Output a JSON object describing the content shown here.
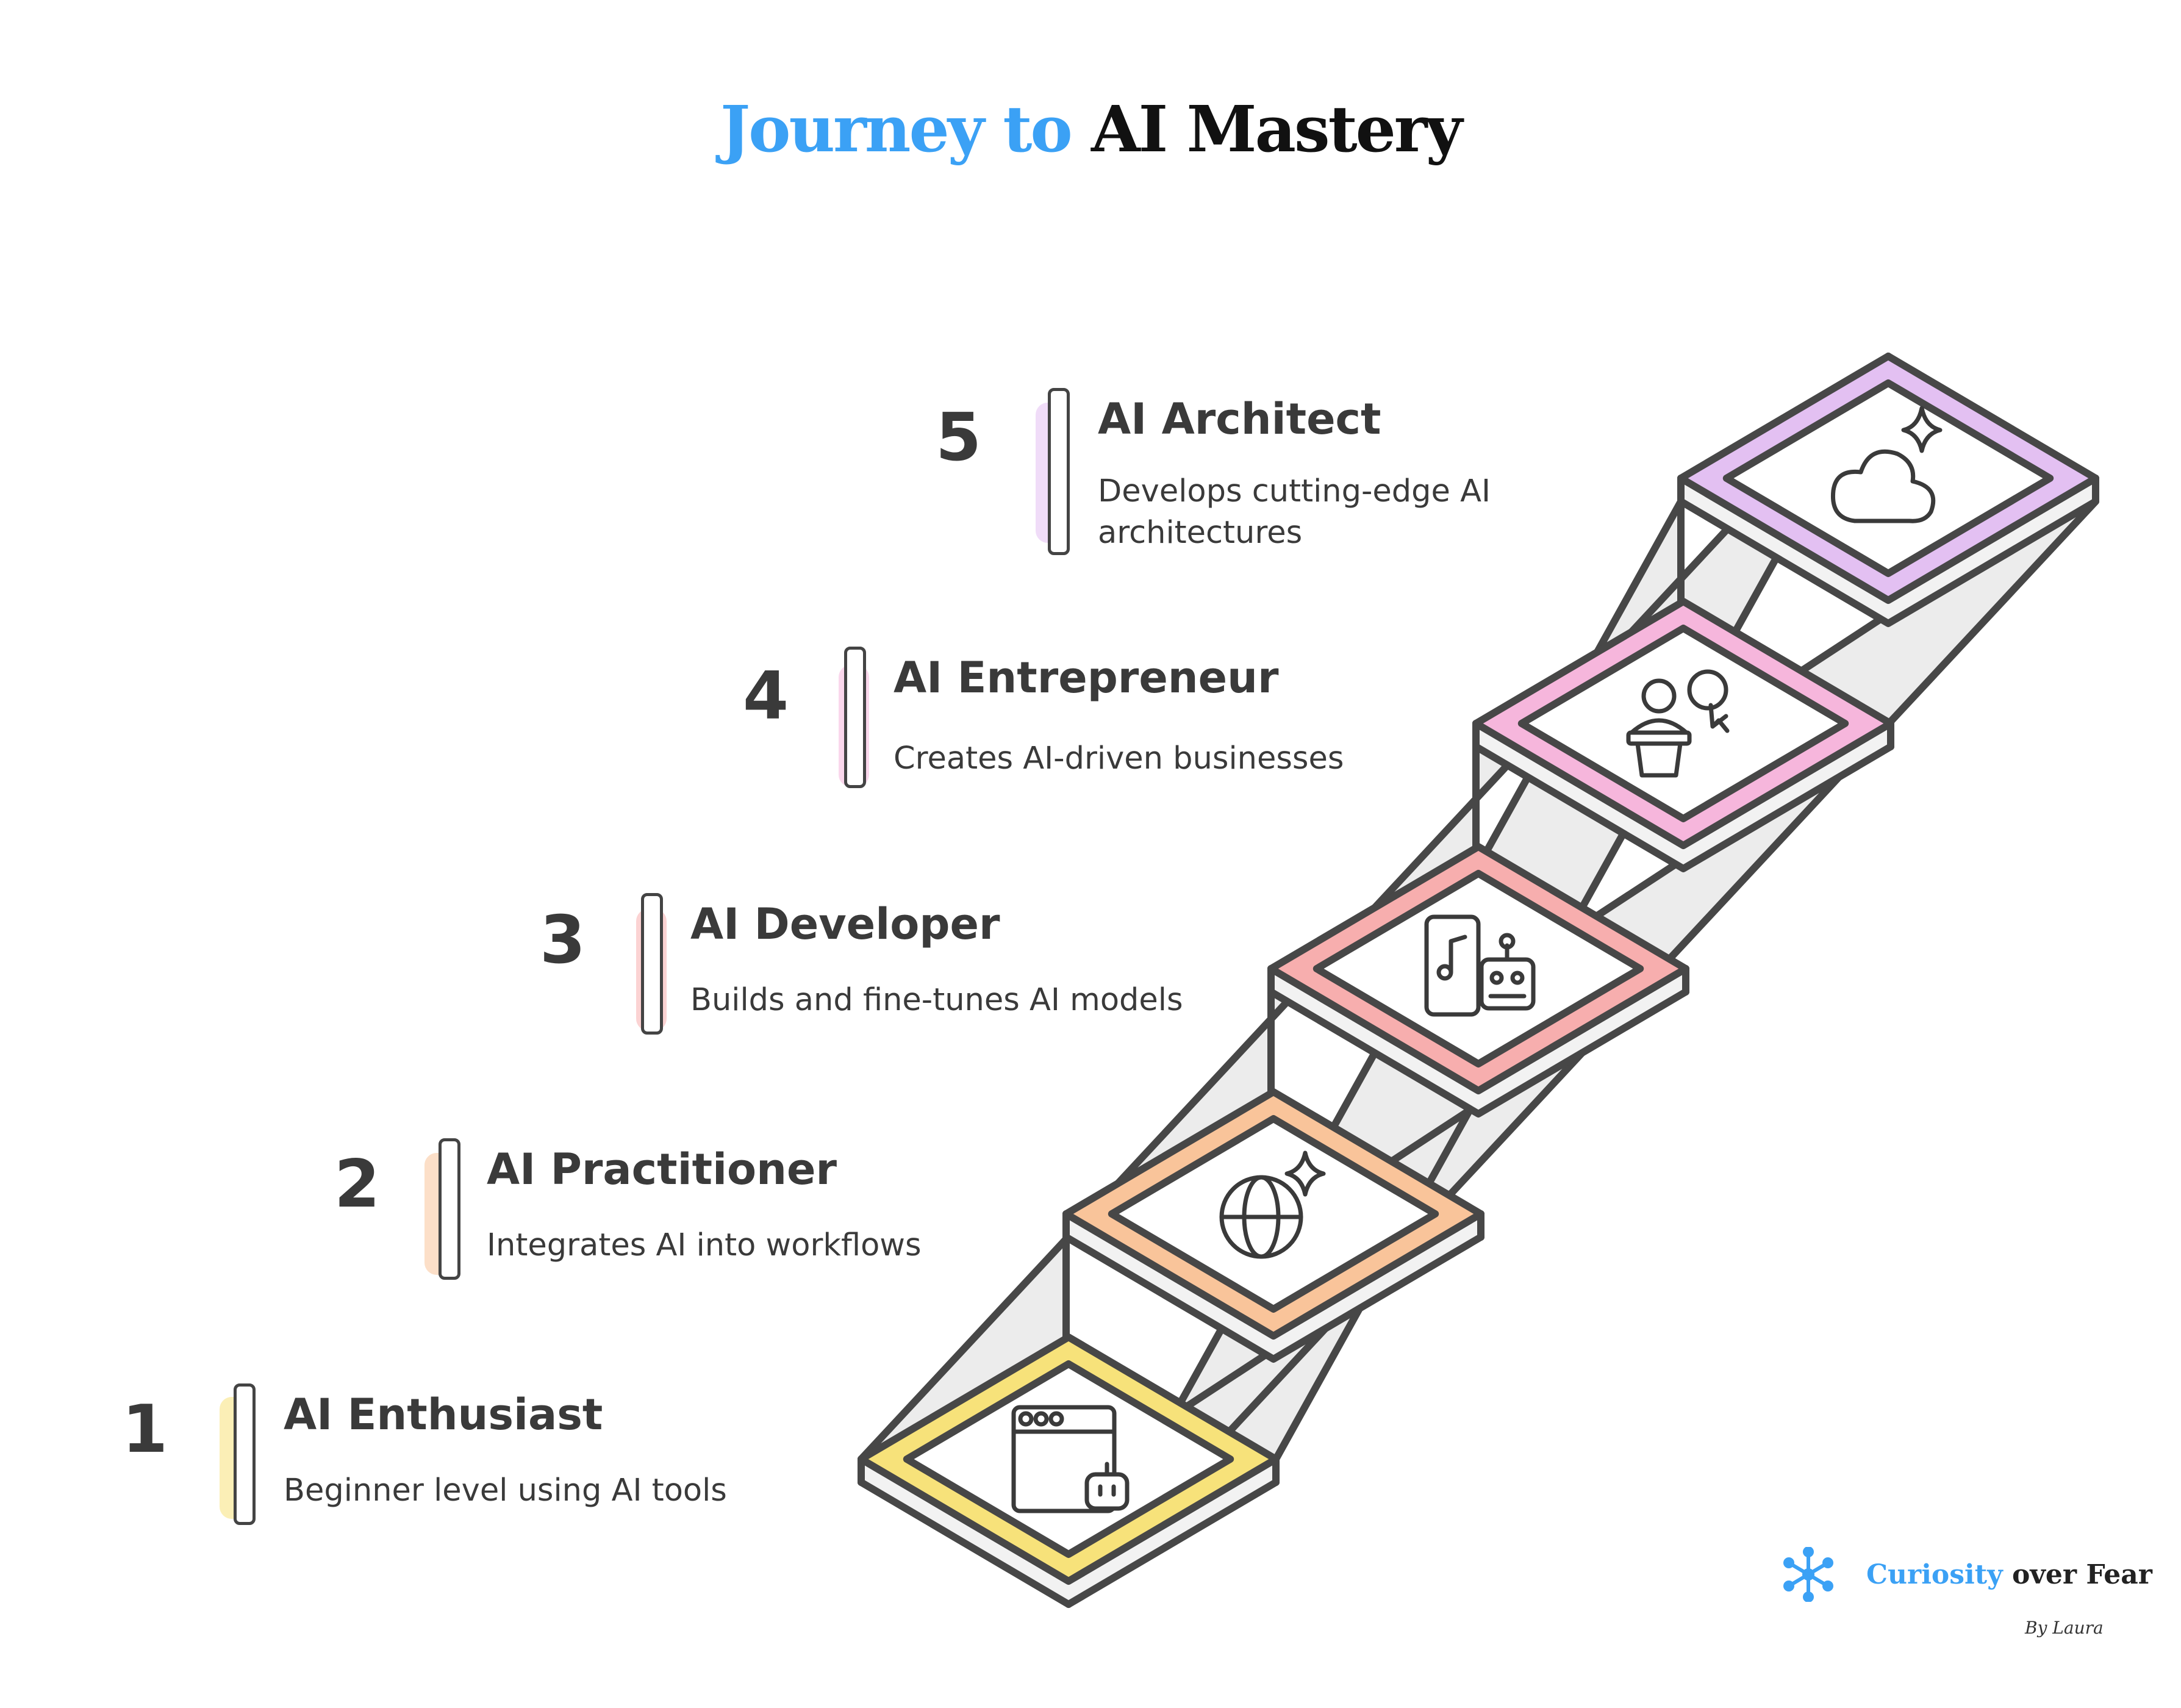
{
  "title": {
    "part1": "Journey to",
    "part2": "AI Mastery"
  },
  "steps": [
    {
      "number": "1",
      "title": "AI Enthusiast",
      "desc_lines": [
        "Beginner level using AI tools"
      ],
      "color": "#f7e27a",
      "icon": "browser-robot-icon"
    },
    {
      "number": "2",
      "title": "AI Practitioner",
      "desc_lines": [
        "Integrates AI into workflows"
      ],
      "color": "#f9c49a",
      "icon": "globe-sparkle-icon"
    },
    {
      "number": "3",
      "title": "AI Developer",
      "desc_lines": [
        "Builds and fine-tunes AI models"
      ],
      "color": "#f7aeae",
      "icon": "phone-robot-icon"
    },
    {
      "number": "4",
      "title": "AI Entrepreneur",
      "desc_lines": [
        "Creates AI-driven businesses"
      ],
      "color": "#f6b6dc",
      "icon": "presenter-brain-icon"
    },
    {
      "number": "5",
      "title": "AI Architect",
      "desc_lines": [
        "Develops cutting-edge AI",
        "architectures"
      ],
      "color": "#e3c0f2",
      "icon": "cloud-sparkle-icon"
    }
  ],
  "brand": {
    "part1": "Curiosity",
    "part2": "over Fear",
    "byline": "By Laura",
    "color": "#3ba1f5"
  }
}
